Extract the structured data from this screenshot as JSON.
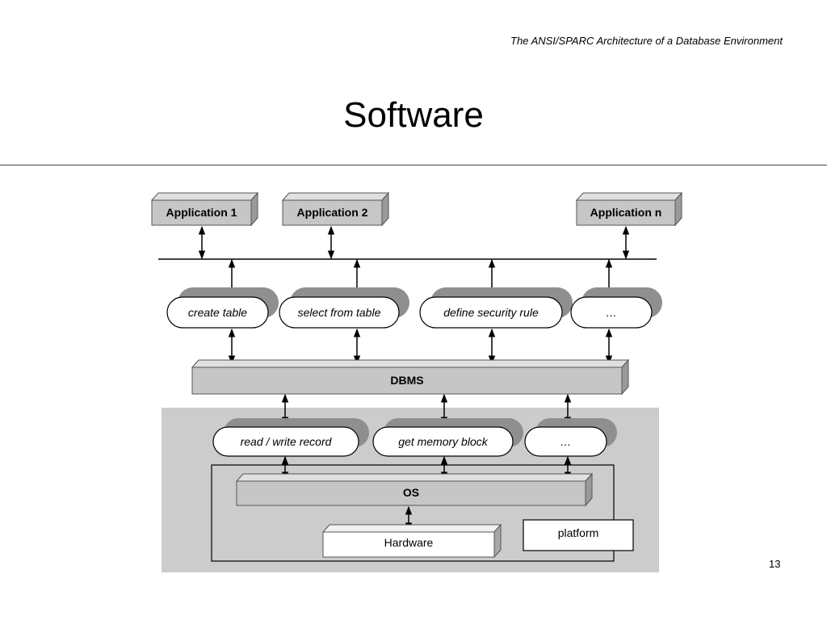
{
  "header": {
    "caption": "The ANSI/SPARC Architecture of a Database Environment"
  },
  "slide": {
    "title": "Software",
    "page_number": "13"
  },
  "diagram": {
    "applications": [
      "Application 1",
      "Application 2",
      "Application n"
    ],
    "dbms_operations": [
      "create table",
      "select from table",
      "define security rule",
      "…"
    ],
    "dbms_label": "DBMS",
    "os_operations": [
      "read / write record",
      "get memory block",
      "…"
    ],
    "os_label": "OS",
    "hardware_label": "Hardware",
    "platform_label": "platform"
  },
  "colors": {
    "box_fill": "#c6c6c6",
    "box_side": "#9a9a9a",
    "platform_region": "#cccccc",
    "pill_shadow": "#8f8f8f"
  }
}
